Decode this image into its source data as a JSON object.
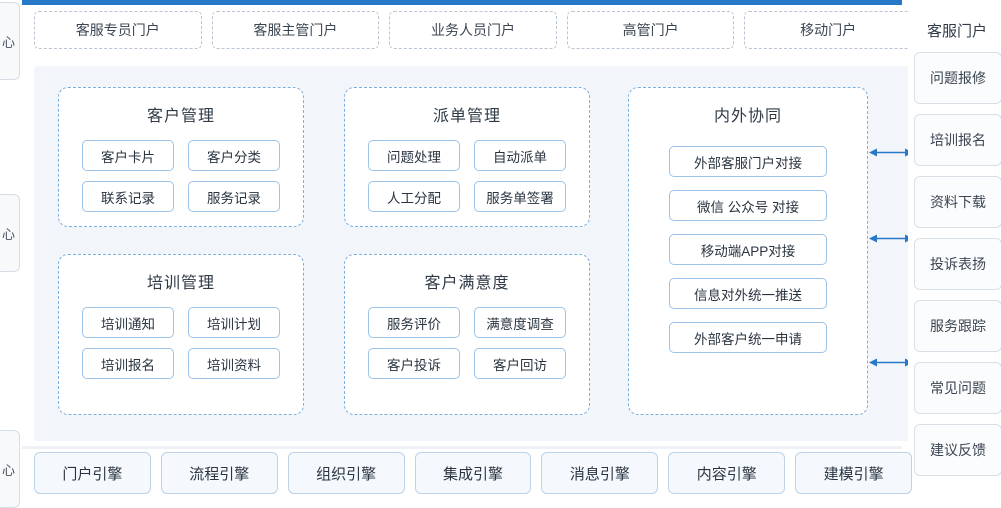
{
  "colors": {
    "accent": "#2878c8",
    "panel_bg": "#f2f6fb",
    "chip_border": "#9cc4e8",
    "group_border": "#7ab0e0"
  },
  "left_stubs": [
    {
      "label": "心"
    },
    {
      "label": "心"
    },
    {
      "label": "心"
    }
  ],
  "portal_tabs": [
    {
      "label": "客服专员门户"
    },
    {
      "label": "客服主管门户"
    },
    {
      "label": "业务人员门户"
    },
    {
      "label": "高管门户"
    },
    {
      "label": "移动门户"
    }
  ],
  "groups": {
    "customer": {
      "title": "客户管理",
      "items": [
        "客户卡片",
        "客户分类",
        "联系记录",
        "服务记录"
      ]
    },
    "dispatch": {
      "title": "派单管理",
      "items": [
        "问题处理",
        "自动派单",
        "人工分配",
        "服务单签署"
      ]
    },
    "collaboration": {
      "title": "内外协同",
      "items": [
        "外部客服门户对接",
        "微信 公众号 对接",
        "移动端APP对接",
        "信息对外统一推送",
        "外部客户统一申请"
      ]
    },
    "training": {
      "title": "培训管理",
      "items": [
        "培训通知",
        "培训计划",
        "培训报名",
        "培训资料"
      ]
    },
    "satisfaction": {
      "title": "客户满意度",
      "items": [
        "服务评价",
        "满意度调查",
        "客户投诉",
        "客户回访"
      ]
    }
  },
  "right_rail": {
    "title": "客服门户",
    "items": [
      {
        "label": "问题报修"
      },
      {
        "label": "培训报名"
      },
      {
        "label": "资料下载"
      },
      {
        "label": "投诉表扬"
      },
      {
        "label": "服务跟踪"
      },
      {
        "label": "常见问题"
      },
      {
        "label": "建议反馈"
      }
    ]
  },
  "engines": [
    {
      "label": "门户引擎"
    },
    {
      "label": "流程引擎"
    },
    {
      "label": "组织引擎"
    },
    {
      "label": "集成引擎"
    },
    {
      "label": "消息引擎"
    },
    {
      "label": "内容引擎"
    },
    {
      "label": "建模引擎"
    }
  ]
}
